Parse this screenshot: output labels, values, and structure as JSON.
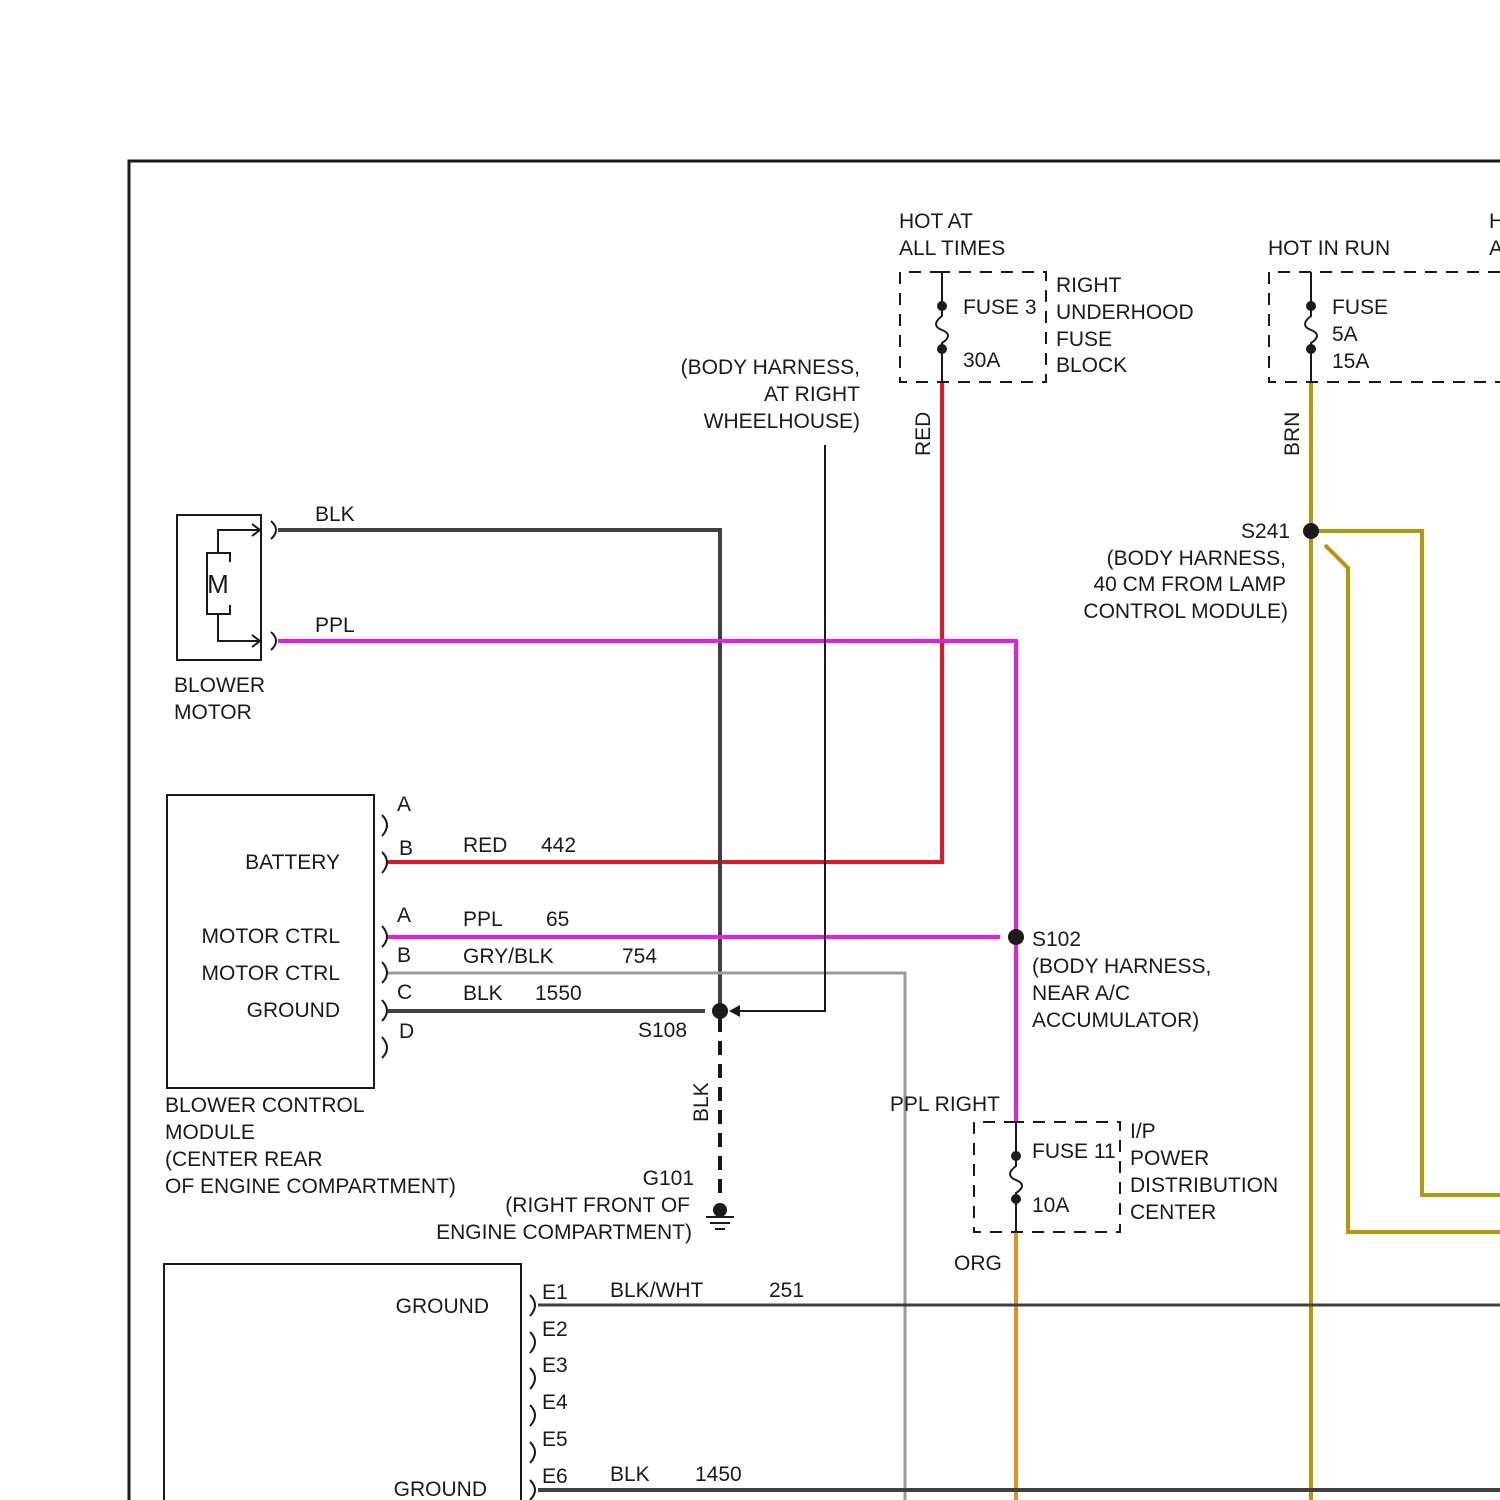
{
  "colors": {
    "red": "#e8161c",
    "ppl": "#e61ce6",
    "blk": "#404040",
    "gry_blk": "#9a9a9a",
    "brn": "#b8960c",
    "org": "#e8901a"
  },
  "fuse3": {
    "source": [
      "HOT AT",
      "ALL TIMES"
    ],
    "name": "FUSE 3",
    "rating": "30A",
    "block": [
      "RIGHT",
      "UNDERHOOD",
      "FUSE",
      "BLOCK"
    ]
  },
  "fuse_run": {
    "source": "HOT IN RUN",
    "name": "FUSE",
    "ratings": [
      "5A",
      "15A"
    ],
    "cut_label": [
      "H",
      "A"
    ]
  },
  "fuse11": {
    "name": "FUSE 11",
    "rating": "10A",
    "input": "PPL RIGHT",
    "output": "ORG",
    "block": [
      "I/P",
      "POWER",
      "DISTRIBUTION",
      "CENTER"
    ]
  },
  "blower_motor": {
    "symbol": "M",
    "label": [
      "BLOWER",
      "MOTOR"
    ],
    "wires": [
      "BLK",
      "PPL"
    ]
  },
  "body_harness_wheelhouse": [
    "(BODY HARNESS,",
    "AT RIGHT",
    "WHEELHOUSE)"
  ],
  "s241": {
    "name": "S241",
    "desc": [
      "(BODY HARNESS,",
      "40 CM FROM LAMP",
      "CONTROL MODULE)"
    ]
  },
  "s102": {
    "name": "S102",
    "desc": [
      "(BODY HARNESS,",
      "NEAR A/C",
      "ACCUMULATOR)"
    ]
  },
  "s108": {
    "name": "S108"
  },
  "g101": {
    "name": "G101",
    "desc": [
      "(RIGHT FRONT OF",
      "ENGINE COMPARTMENT)"
    ]
  },
  "wire_labels": {
    "red": "RED",
    "brn": "BRN",
    "blk_down": "BLK"
  },
  "blower_control_module": {
    "label": [
      "BLOWER CONTROL",
      "MODULE",
      "(CENTER REAR",
      "OF ENGINE COMPARTMENT)"
    ],
    "functions": [
      "BATTERY",
      "MOTOR CTRL",
      "MOTOR CTRL",
      "GROUND"
    ],
    "pins": [
      "A",
      "B",
      "A",
      "B",
      "C",
      "D"
    ],
    "wires": [
      {
        "color": "RED",
        "circuit": "442"
      },
      {
        "color": "PPL",
        "circuit": "65"
      },
      {
        "color": "GRY/BLK",
        "circuit": "754"
      },
      {
        "color": "BLK",
        "circuit": "1550"
      }
    ]
  },
  "ground_module": {
    "functions": [
      "GROUND",
      "GROUND"
    ],
    "pins": [
      "E1",
      "E2",
      "E3",
      "E4",
      "E5",
      "E6"
    ],
    "wires": [
      {
        "color": "BLK/WHT",
        "circuit": "251"
      },
      {
        "color": "BLK",
        "circuit": "1450"
      }
    ]
  }
}
